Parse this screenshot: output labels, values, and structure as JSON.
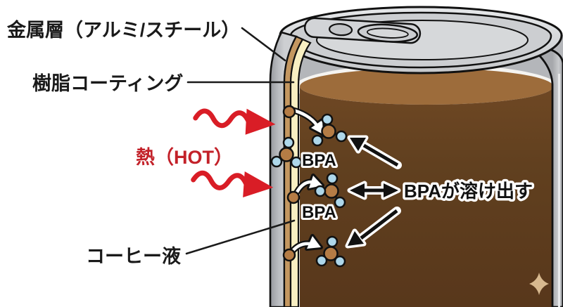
{
  "figure": {
    "description": "Cross-section diagram of a hot canned coffee showing BPA leaching from the can lining",
    "labels": {
      "metal_layer": "金属層（アルミ/スチール）",
      "resin_coating": "樹脂コーティング",
      "heat": "熱（HOT）",
      "coffee_liquid": "コーヒー液",
      "bpa_top": "BPA",
      "bpa_mid": "BPA",
      "bpa_leach": "BPAが溶け出す"
    },
    "colors": {
      "heat_red": "#c32129",
      "arrow_red": "#d91d26",
      "coffee_surface": "#9d6c3b",
      "coffee_body_dark": "#5a391c",
      "metal_gray": "#b4b6ba",
      "resin_tan": "#c49760",
      "resin_cream": "#f8efc2",
      "molecule_core_brown": "#b57c45",
      "molecule_atom_blue": "#aed7ea",
      "sparkle_tan": "#d8b98f"
    }
  }
}
